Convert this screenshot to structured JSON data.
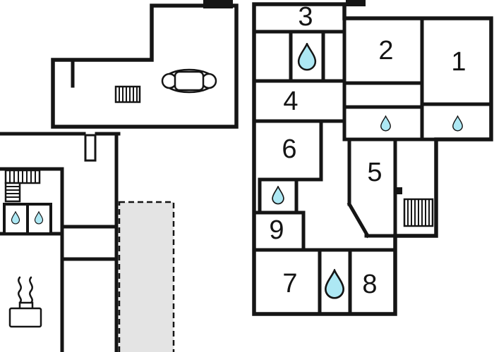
{
  "colors": {
    "wall": "#151515",
    "background": "#ffffff",
    "water_drop_fill": "#ade8f4",
    "water_drop_stroke": "#151515",
    "terrace_fill": "#e4e4e4"
  },
  "room_numbers": [
    "3",
    "2",
    "1",
    "4",
    "6",
    "5",
    "9",
    "7",
    "8"
  ],
  "icons": {
    "water_drop": "water-drop-icon",
    "sofa": "sofa-icon",
    "stairs": "stairs-icon",
    "radiator": "radiator-icon",
    "stove": "stove-icon",
    "door": "door-icon",
    "terrace": "dashed-terrace-area"
  }
}
